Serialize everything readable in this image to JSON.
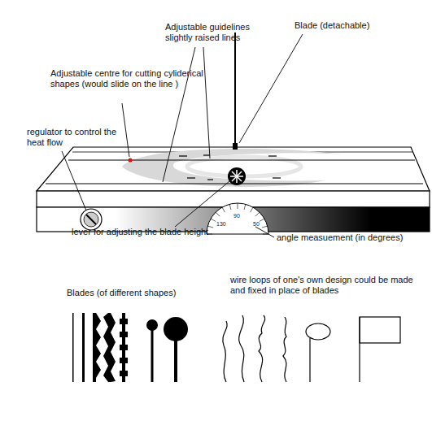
{
  "diagram": {
    "labels": [
      "Adjustable guidelines slightly raised lines",
      "Blade (detachable)",
      "Adjustable centre for cutting cyliderical shapes (would slide on the line )",
      "regulator to control the heat flow",
      "lever for adjusting the blade height",
      "angle measuement (in degrees)",
      "Blades (of different shapes)",
      "wire loops of one's own design could be made and fixed in place of blades",
      "130",
      "90",
      "50"
    ]
  }
}
